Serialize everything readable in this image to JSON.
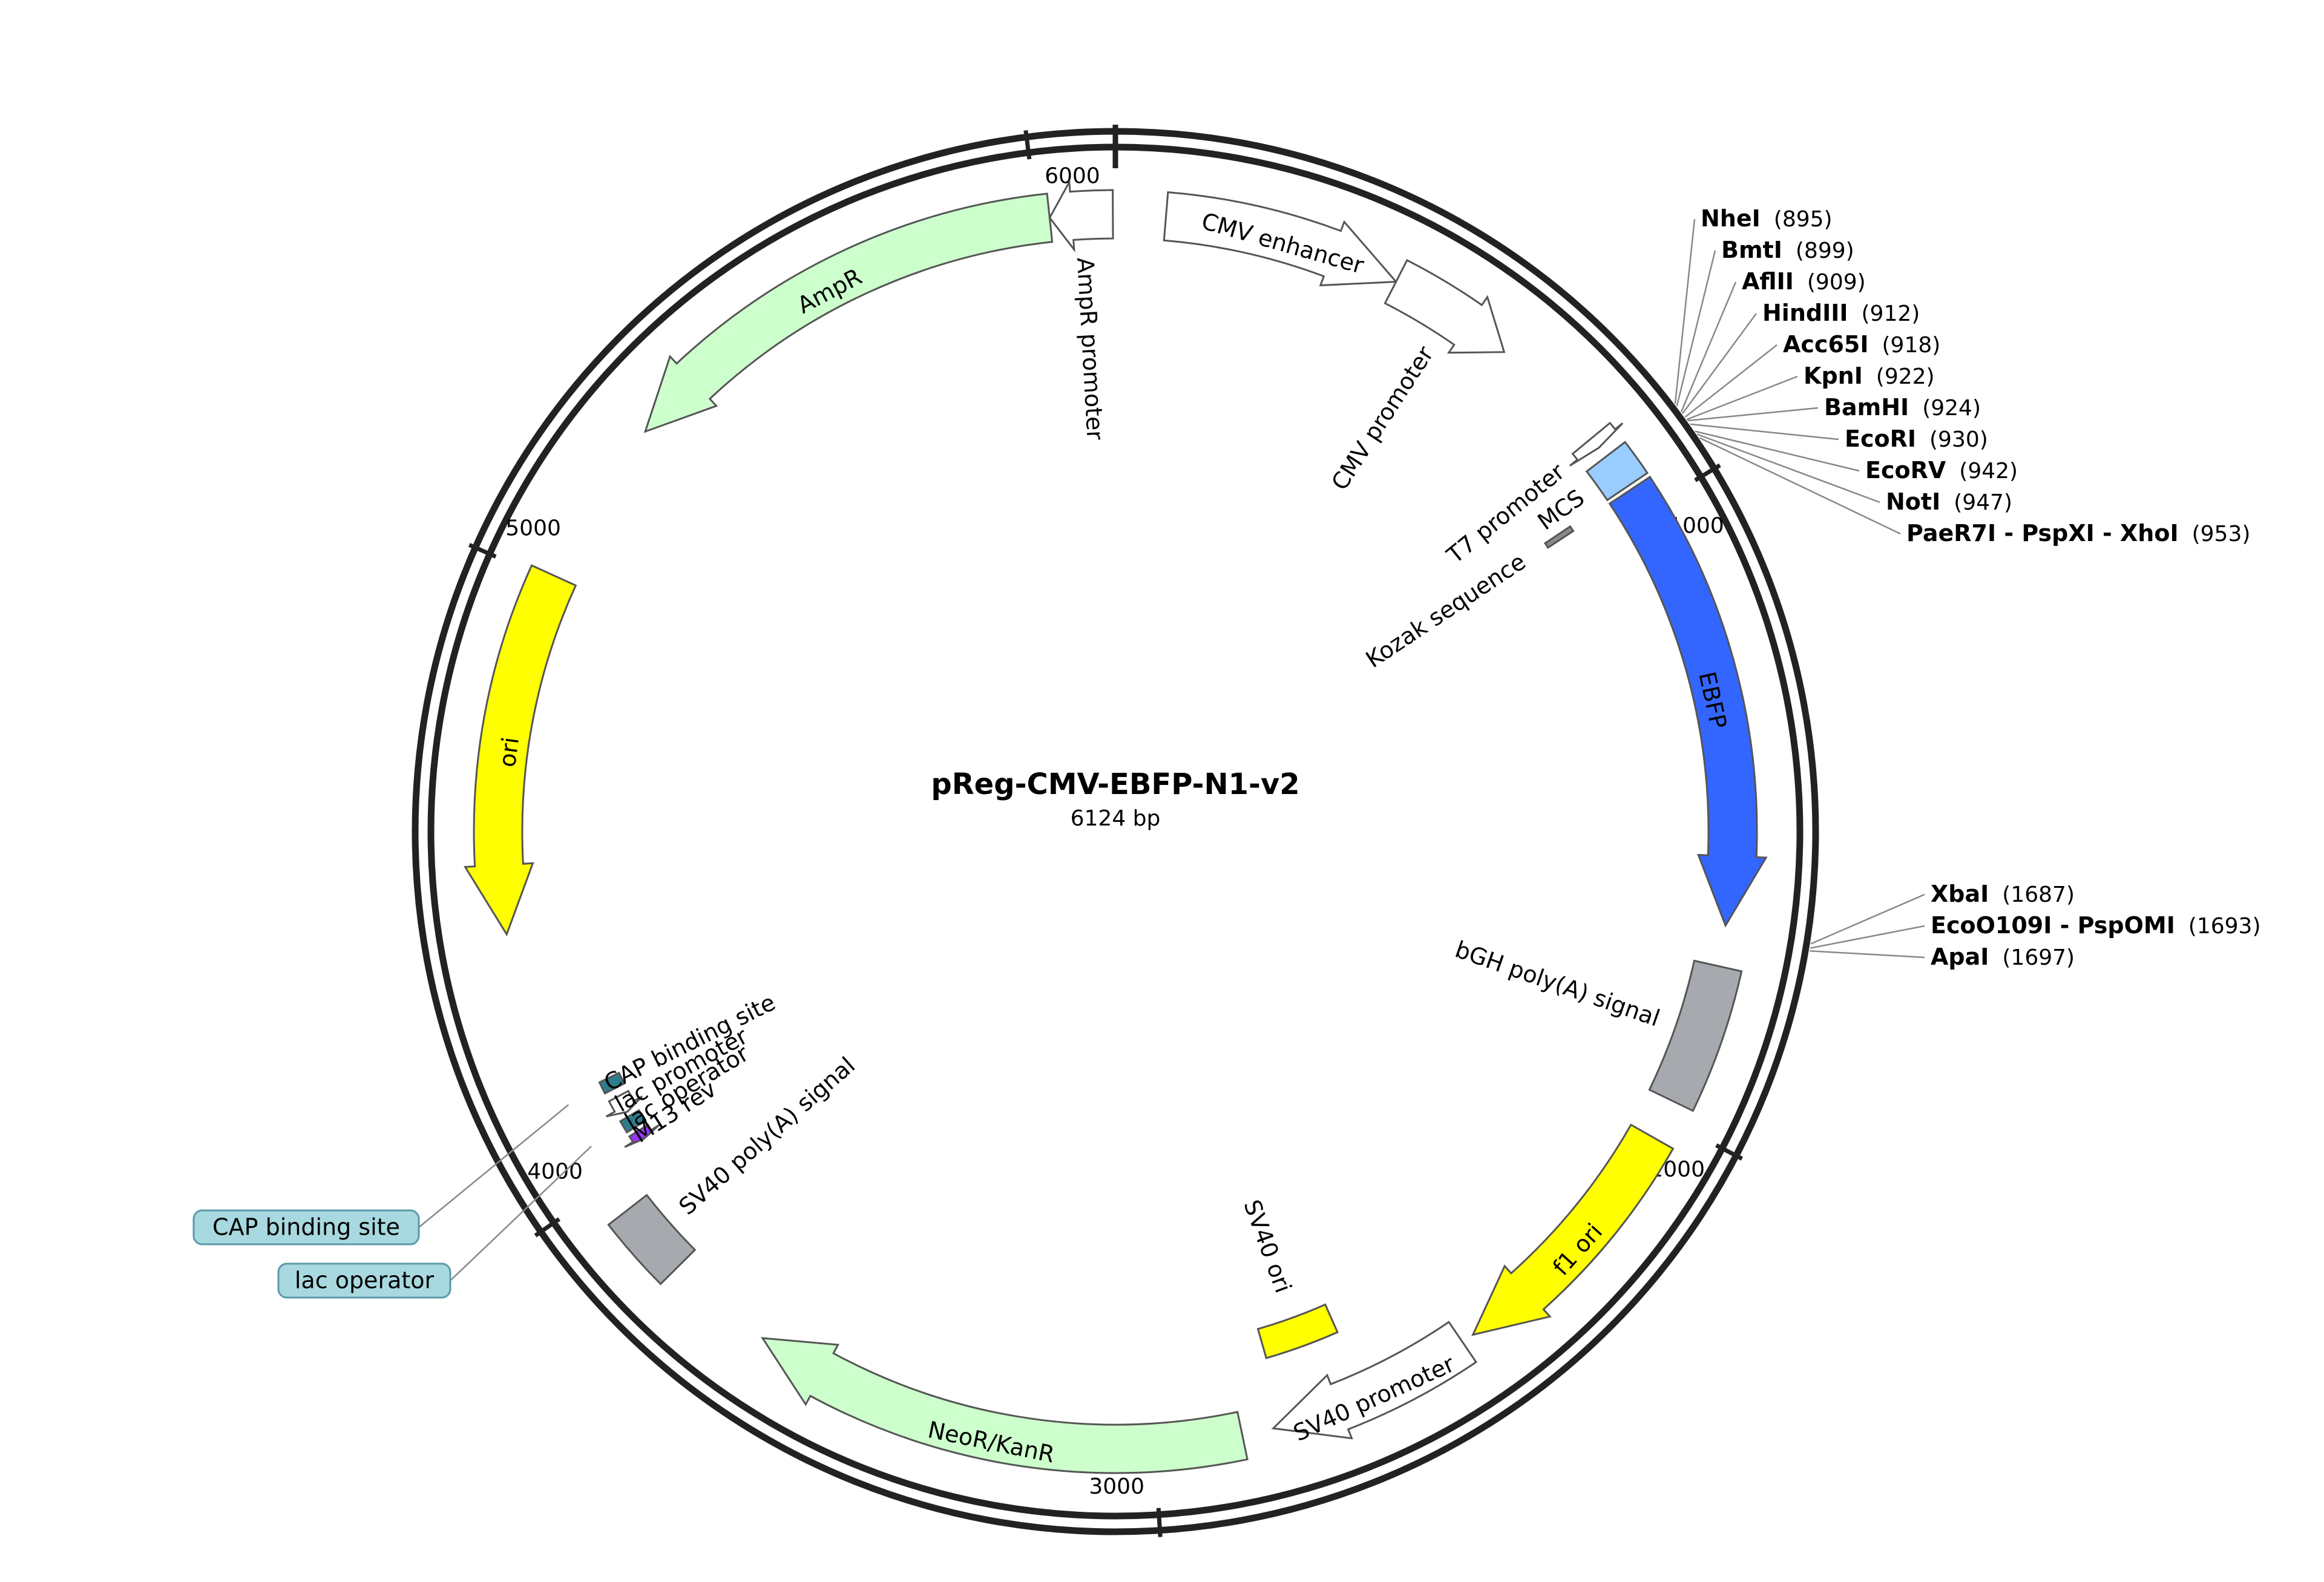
{
  "plasmid": {
    "name": "pReg-CMV-EBFP-N1-v2",
    "size_label": "6124 bp",
    "length_bp": 6124
  },
  "ticks": [
    {
      "label": "1000",
      "bp": 1000
    },
    {
      "label": "2000",
      "bp": 2000
    },
    {
      "label": "3000",
      "bp": 3000
    },
    {
      "label": "4000",
      "bp": 4000
    },
    {
      "label": "5000",
      "bp": 5000
    },
    {
      "label": "6000",
      "bp": 6000
    }
  ],
  "features": [
    {
      "key": "cmv-enhancer",
      "label": "CMV enhancer",
      "start": 80,
      "end": 460,
      "strand": 1,
      "lane": "outer",
      "color": "#ffffff"
    },
    {
      "key": "cmv-promoter",
      "label": "CMV promoter",
      "start": 460,
      "end": 664,
      "strand": 1,
      "lane": "outer",
      "color": "#ffffff"
    },
    {
      "key": "t7-promoter",
      "label": "T7 promoter",
      "start": 858,
      "end": 877,
      "strand": 1,
      "lane": "outer",
      "color": "#ffffff"
    },
    {
      "key": "mcs",
      "label": "MCS",
      "start": 895,
      "end": 953,
      "strand": 0,
      "lane": "outer",
      "color": "#99ccff"
    },
    {
      "key": "kozak",
      "label": "Kozak sequence",
      "start": 955,
      "end": 965,
      "strand": 0,
      "lane": "inner",
      "color": "#888888"
    },
    {
      "key": "ebfp",
      "label": "EBFP",
      "start": 960,
      "end": 1680,
      "strand": 1,
      "lane": "outer",
      "color": "#3366ff"
    },
    {
      "key": "bgh-polya",
      "label": "bGH poly(A) signal",
      "start": 1745,
      "end": 1970,
      "strand": 0,
      "lane": "outer",
      "color": "#a6a9ad"
    },
    {
      "key": "f1-ori",
      "label": "f1 ori",
      "start": 2035,
      "end": 2460,
      "strand": 1,
      "lane": "outer",
      "color": "#ffff00"
    },
    {
      "key": "sv40-promoter",
      "label": "SV40 promoter",
      "start": 2480,
      "end": 2810,
      "strand": 1,
      "lane": "outer",
      "color": "#ffffff"
    },
    {
      "key": "sv40-ori",
      "label": "SV40 ori",
      "start": 2655,
      "end": 2790,
      "strand": 0,
      "lane": "inner",
      "color": "#ffff00"
    },
    {
      "key": "neor-kanr",
      "label": "NeoR/KanR",
      "start": 2860,
      "end": 3655,
      "strand": 1,
      "lane": "outer",
      "color": "#ccffcc"
    },
    {
      "key": "sv40-polya",
      "label": "SV40 poly(A) signal",
      "start": 3830,
      "end": 3950,
      "strand": 0,
      "lane": "outer",
      "color": "#a6a9ad"
    },
    {
      "key": "m13-rev",
      "label": "M13 rev",
      "start": 4030,
      "end": 4047,
      "strand": -1,
      "lane": "mid",
      "color": "#9933ff"
    },
    {
      "key": "lac-operator",
      "label": "lac operator",
      "start": 4055,
      "end": 4077,
      "strand": 0,
      "lane": "mid",
      "color": "#2e7d8c"
    },
    {
      "key": "lac-promoter",
      "label": "lac promoter",
      "start": 4085,
      "end": 4116,
      "strand": -1,
      "lane": "mid",
      "color": "#ffffff"
    },
    {
      "key": "cap-binding",
      "label": "CAP binding site",
      "start": 4131,
      "end": 4152,
      "strand": 0,
      "lane": "mid",
      "color": "#2e7d8c"
    },
    {
      "key": "ori",
      "label": "ori",
      "start": 4430,
      "end": 5010,
      "strand": -1,
      "lane": "outer",
      "color": "#ffff00"
    },
    {
      "key": "ampr",
      "label": "AmpR",
      "start": 5280,
      "end": 6020,
      "strand": -1,
      "lane": "outer",
      "color": "#ccffcc"
    },
    {
      "key": "ampr-promoter",
      "label": "AmpR promoter",
      "start": 6020,
      "end": 6120,
      "strand": -1,
      "lane": "outer",
      "color": "#ffffff"
    }
  ],
  "callouts": [
    {
      "key": "cap-binding",
      "label": "CAP binding site",
      "box_color": "#a8d8e0"
    },
    {
      "key": "lac-operator",
      "label": "lac operator",
      "box_color": "#a8d8e0"
    }
  ],
  "restriction_sites": [
    {
      "label": "NheI",
      "position": "(895)",
      "bp": 895
    },
    {
      "label": "BmtI",
      "position": "(899)",
      "bp": 899
    },
    {
      "label": "AflII",
      "position": "(909)",
      "bp": 909
    },
    {
      "label": "HindIII",
      "position": "(912)",
      "bp": 912
    },
    {
      "label": "Acc65I",
      "position": "(918)",
      "bp": 918
    },
    {
      "label": "KpnI",
      "position": "(922)",
      "bp": 922
    },
    {
      "label": "BamHI",
      "position": "(924)",
      "bp": 924
    },
    {
      "label": "EcoRI",
      "position": "(930)",
      "bp": 930
    },
    {
      "label": "EcoRV",
      "position": "(942)",
      "bp": 942
    },
    {
      "label": "NotI",
      "position": "(947)",
      "bp": 947
    },
    {
      "label": "PaeR7I - PspXI - XhoI",
      "position": "(953)",
      "bp": 953
    },
    {
      "label": "XbaI",
      "position": "(1687)",
      "bp": 1687
    },
    {
      "label": "EcoO109I - PspOMI",
      "position": "(1693)",
      "bp": 1693
    },
    {
      "label": "ApaI",
      "position": "(1697)",
      "bp": 1697
    }
  ]
}
